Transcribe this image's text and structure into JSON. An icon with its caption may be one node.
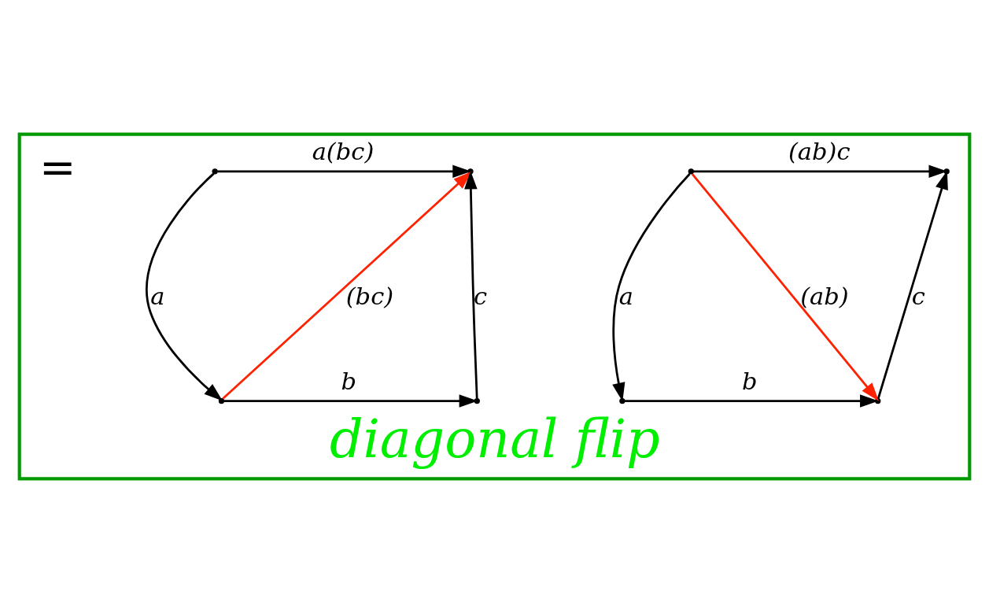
{
  "diagram": {
    "nodes": [
      {
        "text": [
          "diagonal flip"
        ]
      },
      {
        "text": [],
        "shape": "point",
        "in": 0
      },
      {
        "text": [],
        "shape": "point",
        "in": 0
      },
      {
        "text": [],
        "shape": "point",
        "in": 0
      },
      {
        "text": [],
        "shape": "point",
        "in": 0
      },
      {
        "text": [],
        "shape": "point",
        "in": 0
      },
      {
        "text": [],
        "shape": "point",
        "in": 0
      },
      {
        "text": [],
        "shape": "point",
        "in": 0
      },
      {
        "text": [],
        "shape": "point",
        "in": 0
      }
    ],
    "edges": [
      {
        "from": 1,
        "to": 2,
        "arrow": "to",
        "label": "a"
      },
      {
        "from": 2,
        "to": 3,
        "arrow": "to",
        "label": "b"
      },
      {
        "from": 3,
        "to": 4,
        "arrow": "to",
        "label": "c"
      },
      {
        "from": 1,
        "to": 4,
        "arrow": "to",
        "label": "(ab)c"
      },
      {
        "from": 1,
        "to": 3,
        "arrow": "to",
        "label": "(ab)",
        "color": "#ff2200"
      },
      {
        "from": 5,
        "to": 6,
        "arrow": "to",
        "label": "a"
      },
      {
        "from": 6,
        "to": 7,
        "arrow": "to",
        "label": "b"
      },
      {
        "from": 7,
        "to": 8,
        "arrow": "to",
        "label": "c"
      },
      {
        "from": 5,
        "to": 8,
        "arrow": "to",
        "label": "a(bc)"
      },
      {
        "from": 6,
        "to": 8,
        "arrow": "to",
        "label": "(bc)",
        "color": "#ff2200"
      }
    ],
    "labels": [
      "="
    ]
  }
}
